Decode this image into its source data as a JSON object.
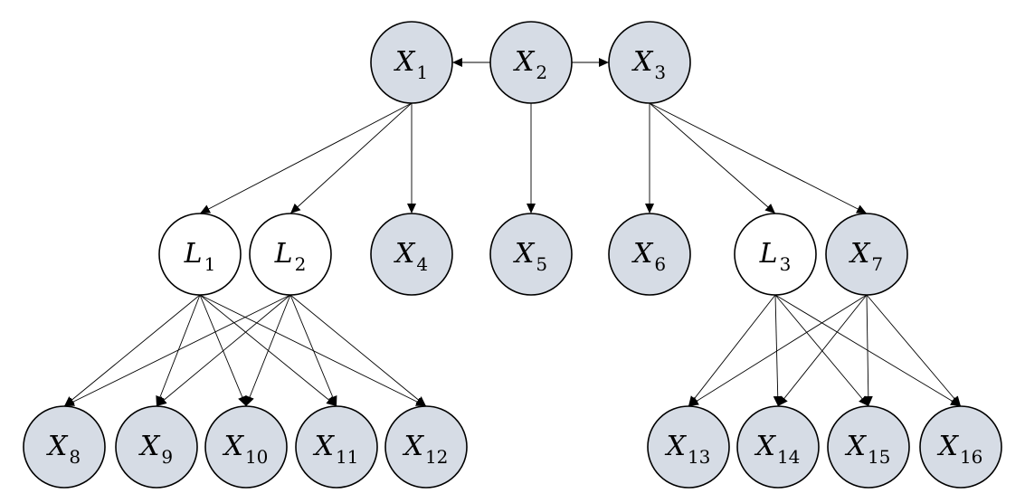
{
  "colors": {
    "observed_fill": "#d6dce5",
    "latent_fill": "#ffffff",
    "stroke": "#000000"
  },
  "nodes": [
    {
      "id": "X1",
      "letter": "X",
      "sub": "1",
      "kind": "observed"
    },
    {
      "id": "X2",
      "letter": "X",
      "sub": "2",
      "kind": "observed"
    },
    {
      "id": "X3",
      "letter": "X",
      "sub": "3",
      "kind": "observed"
    },
    {
      "id": "L1",
      "letter": "L",
      "sub": "1",
      "kind": "latent"
    },
    {
      "id": "L2",
      "letter": "L",
      "sub": "2",
      "kind": "latent"
    },
    {
      "id": "X4",
      "letter": "X",
      "sub": "4",
      "kind": "observed"
    },
    {
      "id": "X5",
      "letter": "X",
      "sub": "5",
      "kind": "observed"
    },
    {
      "id": "X6",
      "letter": "X",
      "sub": "6",
      "kind": "observed"
    },
    {
      "id": "L3",
      "letter": "L",
      "sub": "3",
      "kind": "latent"
    },
    {
      "id": "X7",
      "letter": "X",
      "sub": "7",
      "kind": "observed"
    },
    {
      "id": "X8",
      "letter": "X",
      "sub": "8",
      "kind": "observed"
    },
    {
      "id": "X9",
      "letter": "X",
      "sub": "9",
      "kind": "observed"
    },
    {
      "id": "X10",
      "letter": "X",
      "sub": "10",
      "kind": "observed"
    },
    {
      "id": "X11",
      "letter": "X",
      "sub": "11",
      "kind": "observed"
    },
    {
      "id": "X12",
      "letter": "X",
      "sub": "12",
      "kind": "observed"
    },
    {
      "id": "X13",
      "letter": "X",
      "sub": "13",
      "kind": "observed"
    },
    {
      "id": "X14",
      "letter": "X",
      "sub": "14",
      "kind": "observed"
    },
    {
      "id": "X15",
      "letter": "X",
      "sub": "15",
      "kind": "observed"
    },
    {
      "id": "X16",
      "letter": "X",
      "sub": "16",
      "kind": "observed"
    }
  ],
  "edges": [
    [
      "X2",
      "X1"
    ],
    [
      "X2",
      "X3"
    ],
    [
      "X2",
      "X5"
    ],
    [
      "X1",
      "L1"
    ],
    [
      "X1",
      "L2"
    ],
    [
      "X1",
      "X4"
    ],
    [
      "X3",
      "X6"
    ],
    [
      "X3",
      "L3"
    ],
    [
      "X3",
      "X7"
    ],
    [
      "L1",
      "X8"
    ],
    [
      "L1",
      "X9"
    ],
    [
      "L1",
      "X10"
    ],
    [
      "L1",
      "X11"
    ],
    [
      "L1",
      "X12"
    ],
    [
      "L2",
      "X8"
    ],
    [
      "L2",
      "X9"
    ],
    [
      "L2",
      "X10"
    ],
    [
      "L2",
      "X11"
    ],
    [
      "L2",
      "X12"
    ],
    [
      "L3",
      "X13"
    ],
    [
      "L3",
      "X14"
    ],
    [
      "L3",
      "X15"
    ],
    [
      "L3",
      "X16"
    ],
    [
      "X7",
      "X13"
    ],
    [
      "X7",
      "X14"
    ],
    [
      "X7",
      "X15"
    ],
    [
      "X7",
      "X16"
    ]
  ]
}
